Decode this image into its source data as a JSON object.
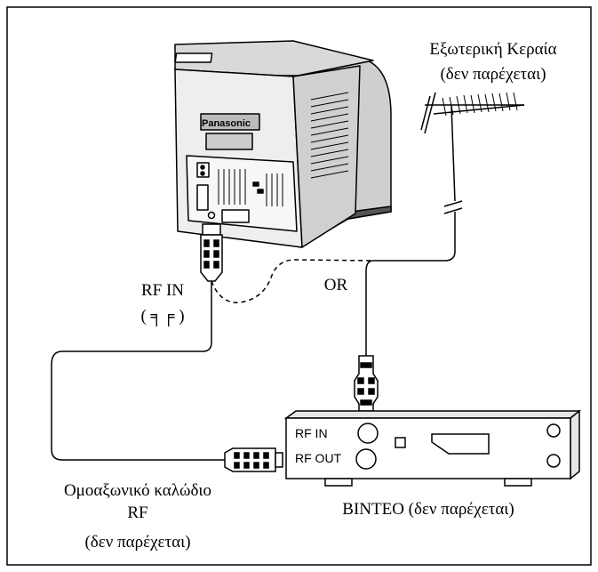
{
  "labels": {
    "antenna_line1": "Εξωτερική Κεραία",
    "antenna_line2": "(δεν παρέχεται)",
    "rf_in": "RF IN",
    "rf_in_symbol": "( ╕╒ )",
    "or": "OR",
    "cable_line1": "Ομοαξωνικό καλώδιο",
    "cable_line2": "RF",
    "cable_line3": "(δεν παρέχεται)",
    "vcr": "ΒΙΝΤΕΟ (δεν παρέχεται)"
  },
  "tv": {
    "brand": "Panasonic"
  },
  "vcr_panel": {
    "rf_in": "RF IN",
    "rf_out": "RF OUT"
  }
}
